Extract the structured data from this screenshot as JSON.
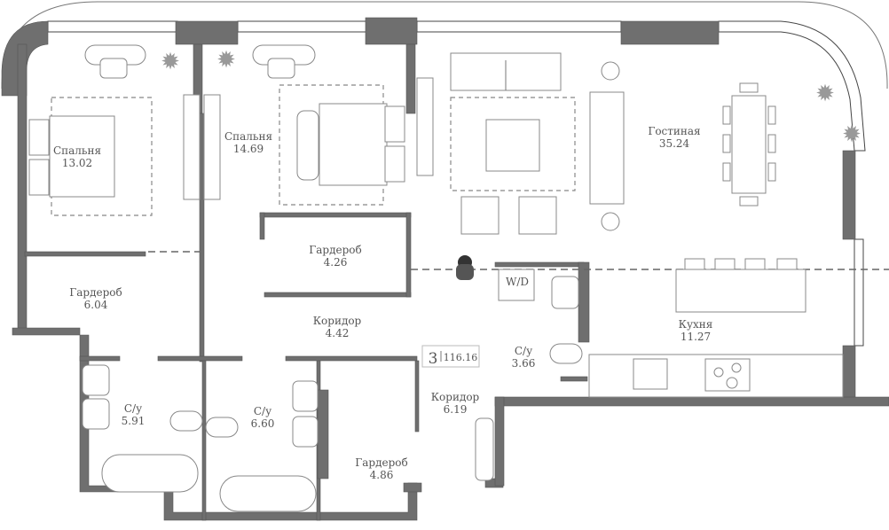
{
  "plan": {
    "apartment": {
      "rooms_count": "3",
      "total_area": "116.16"
    },
    "rooms": [
      {
        "name": "Спальня",
        "area": "13.02"
      },
      {
        "name": "Спальня",
        "area": "14.69"
      },
      {
        "name": "Гардероб",
        "area": "4.26"
      },
      {
        "name": "Гостиная",
        "area": "35.24"
      },
      {
        "name": "Гардероб",
        "area": "6.04"
      },
      {
        "name": "Коридор",
        "area": "4.42"
      },
      {
        "name": "Кухня",
        "area": "11.27"
      },
      {
        "name": "С/у",
        "area": "5.91"
      },
      {
        "name": "С/у",
        "area": "6.60"
      },
      {
        "name": "Коридор",
        "area": "6.19"
      },
      {
        "name": "Гардероб",
        "area": "4.86"
      },
      {
        "name": "С/у",
        "area": "3.66"
      }
    ],
    "washer_dryer_label": "W/D",
    "colors": {
      "wall": "#6f6f6f",
      "line": "#888888",
      "text": "#555555"
    }
  }
}
